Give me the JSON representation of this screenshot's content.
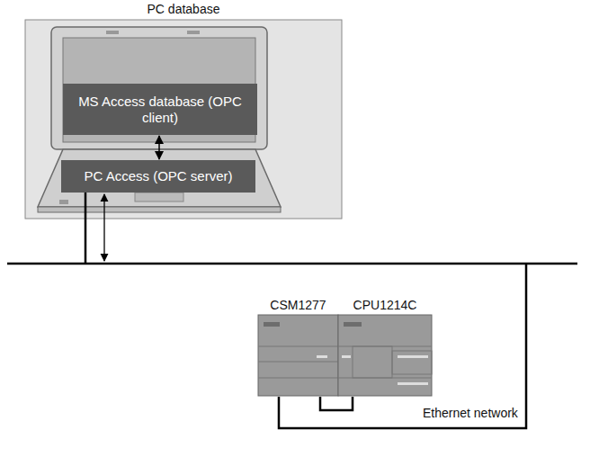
{
  "diagram": {
    "nodes": [
      {
        "text": [
          "PC database"
        ]
      },
      {
        "text": [
          "MS Access database (OPC client)"
        ],
        "in": 0
      },
      {
        "text": [
          "PC Access (OPC server)"
        ],
        "in": 0
      },
      {
        "text": [
          "CSM1277"
        ]
      },
      {
        "text": [
          "CPU1214C"
        ]
      }
    ],
    "edges": [
      {
        "from": 1,
        "to": 2,
        "arrow": "both"
      }
    ],
    "labels": [
      "Ethernet network"
    ]
  }
}
